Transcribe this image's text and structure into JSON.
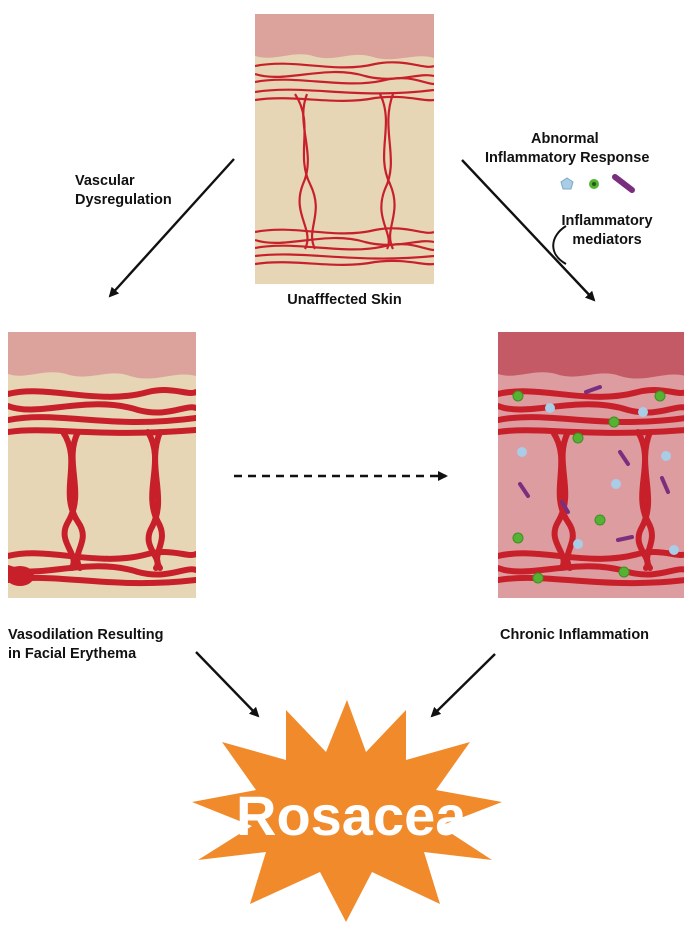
{
  "labels": {
    "vascular": [
      "Vascular",
      "Dysregulation"
    ],
    "abnormal": [
      "Abnormal",
      "Inflammatory Response"
    ],
    "mediators": [
      "Inflammatory",
      "mediators"
    ],
    "unaffected": "Unafffected Skin",
    "vasodilation": [
      "Vasodilation Resulting",
      "in Facial Erythema"
    ],
    "chronic": "Chronic Inflammation",
    "outcome": "Rosacea"
  },
  "colors": {
    "skin_beige": "#e6d6b5",
    "epidermis_pink": "#dba39b",
    "vessel_red": "#c8202a",
    "inflamed_tissue": "#dd9ca0",
    "inflamed_top": "#c45a66",
    "burst_orange": "#f08a2a",
    "mediator_blue": "#a9cde6",
    "mediator_green": "#55b233",
    "mediator_purple": "#7a2e7e"
  },
  "icons": [
    "pentagon-mediator-icon",
    "green-dot-mediator-icon",
    "purple-rod-mediator-icon",
    "starburst-icon"
  ]
}
